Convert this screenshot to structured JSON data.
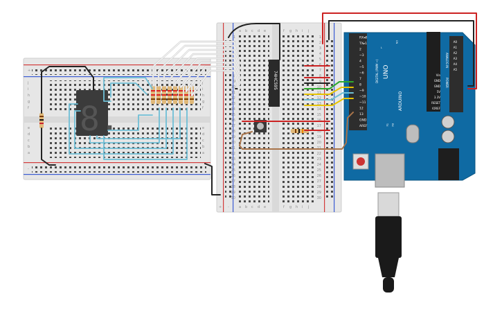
{
  "colors": {
    "breadboard": "#e6e6e6",
    "breadboard_edge": "#cfcfcf",
    "rail_red": "#d33a3a",
    "rail_blue": "#3a5bd3",
    "arduino_blue": "#0f6aa3",
    "arduino_header": "#2d2d2d",
    "wire_black": "#222222",
    "wire_red": "#cc2222",
    "wire_cyan": "#6fbfd6",
    "wire_white": "#f2f2f2",
    "wire_green": "#2faa2f",
    "wire_yellow": "#e8c400",
    "wire_brown": "#a9744a",
    "chip_black": "#2a2a2a",
    "display_dark": "#3b3b3b",
    "resistor_body": "#e0b878"
  },
  "breadboard_main": {
    "column_letters_top": [
      "a",
      "b",
      "c",
      "d",
      "e",
      "f",
      "g",
      "h",
      "i",
      "j"
    ],
    "rail_plus": "+",
    "rail_minus": "-",
    "row_numbers": [
      "1",
      "2",
      "3",
      "4",
      "5",
      "6",
      "7",
      "8",
      "9",
      "10",
      "11",
      "12",
      "13",
      "14",
      "15",
      "16",
      "17",
      "18",
      "19",
      "20",
      "21",
      "22",
      "23",
      "24",
      "25",
      "26",
      "27",
      "28",
      "29",
      "30"
    ]
  },
  "breadboard_left": {
    "column_letters": [
      "a",
      "b",
      "c",
      "d",
      "e",
      "f",
      "g",
      "h",
      "i",
      "j"
    ],
    "rail_plus": "+",
    "rail_minus": "-"
  },
  "chip": {
    "label": "74HC595"
  },
  "display": {
    "digit": "8."
  },
  "arduino": {
    "brand": "ARDUINO",
    "model": "UNO",
    "digital_label": "DIGITAL (PWM ~)",
    "analog_label": "ANALOG IN",
    "power_label": "POWER",
    "on_label": "ON",
    "tx_label": "TX",
    "rx_label": "RX",
    "l_label": "L",
    "digital_pins": [
      "AREF",
      "GND",
      "13",
      "12",
      "~11",
      "~10",
      "~9",
      "8",
      "7",
      "~6",
      "~5",
      "4",
      "~3",
      "2",
      "TX▸1",
      "RX◂0"
    ],
    "power_pins": [
      "IOREF",
      "RESET",
      "3.3V",
      "5V",
      "GND",
      "GND",
      "Vin"
    ],
    "analog_pins": [
      "A0",
      "A1",
      "A2",
      "A3",
      "A4",
      "A5"
    ]
  }
}
